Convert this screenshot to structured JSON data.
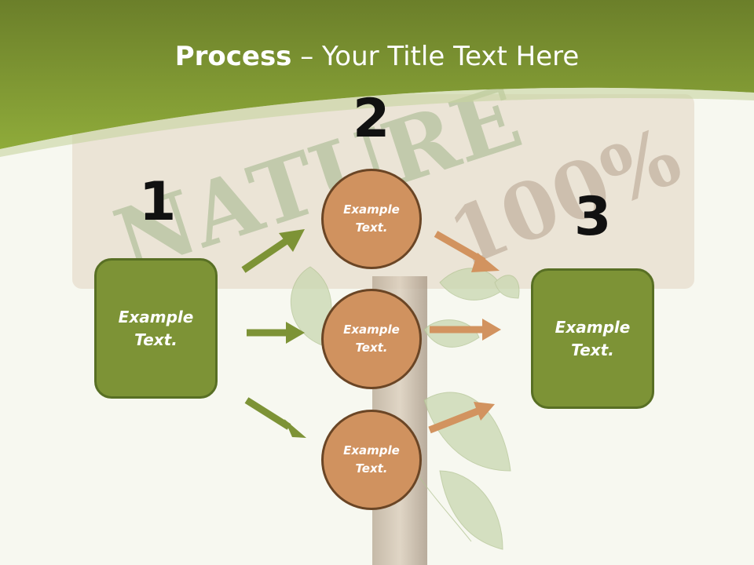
{
  "slide": {
    "title_bold": "Process",
    "title_rest": " – Your Title Text Here"
  },
  "steps": [
    {
      "number": "1",
      "text": "Example Text."
    },
    {
      "number": "2",
      "text": "Example Text."
    },
    {
      "number": "3",
      "text": "Example Text."
    }
  ],
  "circles": [
    {
      "text": "Example Text."
    },
    {
      "text": "Example Text."
    },
    {
      "text": "Example Text."
    }
  ],
  "background": {
    "sign_text": "NATURE",
    "sign_percent": "100%"
  },
  "colors": {
    "green_box": "#7d9336",
    "green_arrow": "#7d9336",
    "orange_circle": "#d0925f",
    "orange_arrow": "#d2935f",
    "header_green": "#7d9a2e"
  }
}
